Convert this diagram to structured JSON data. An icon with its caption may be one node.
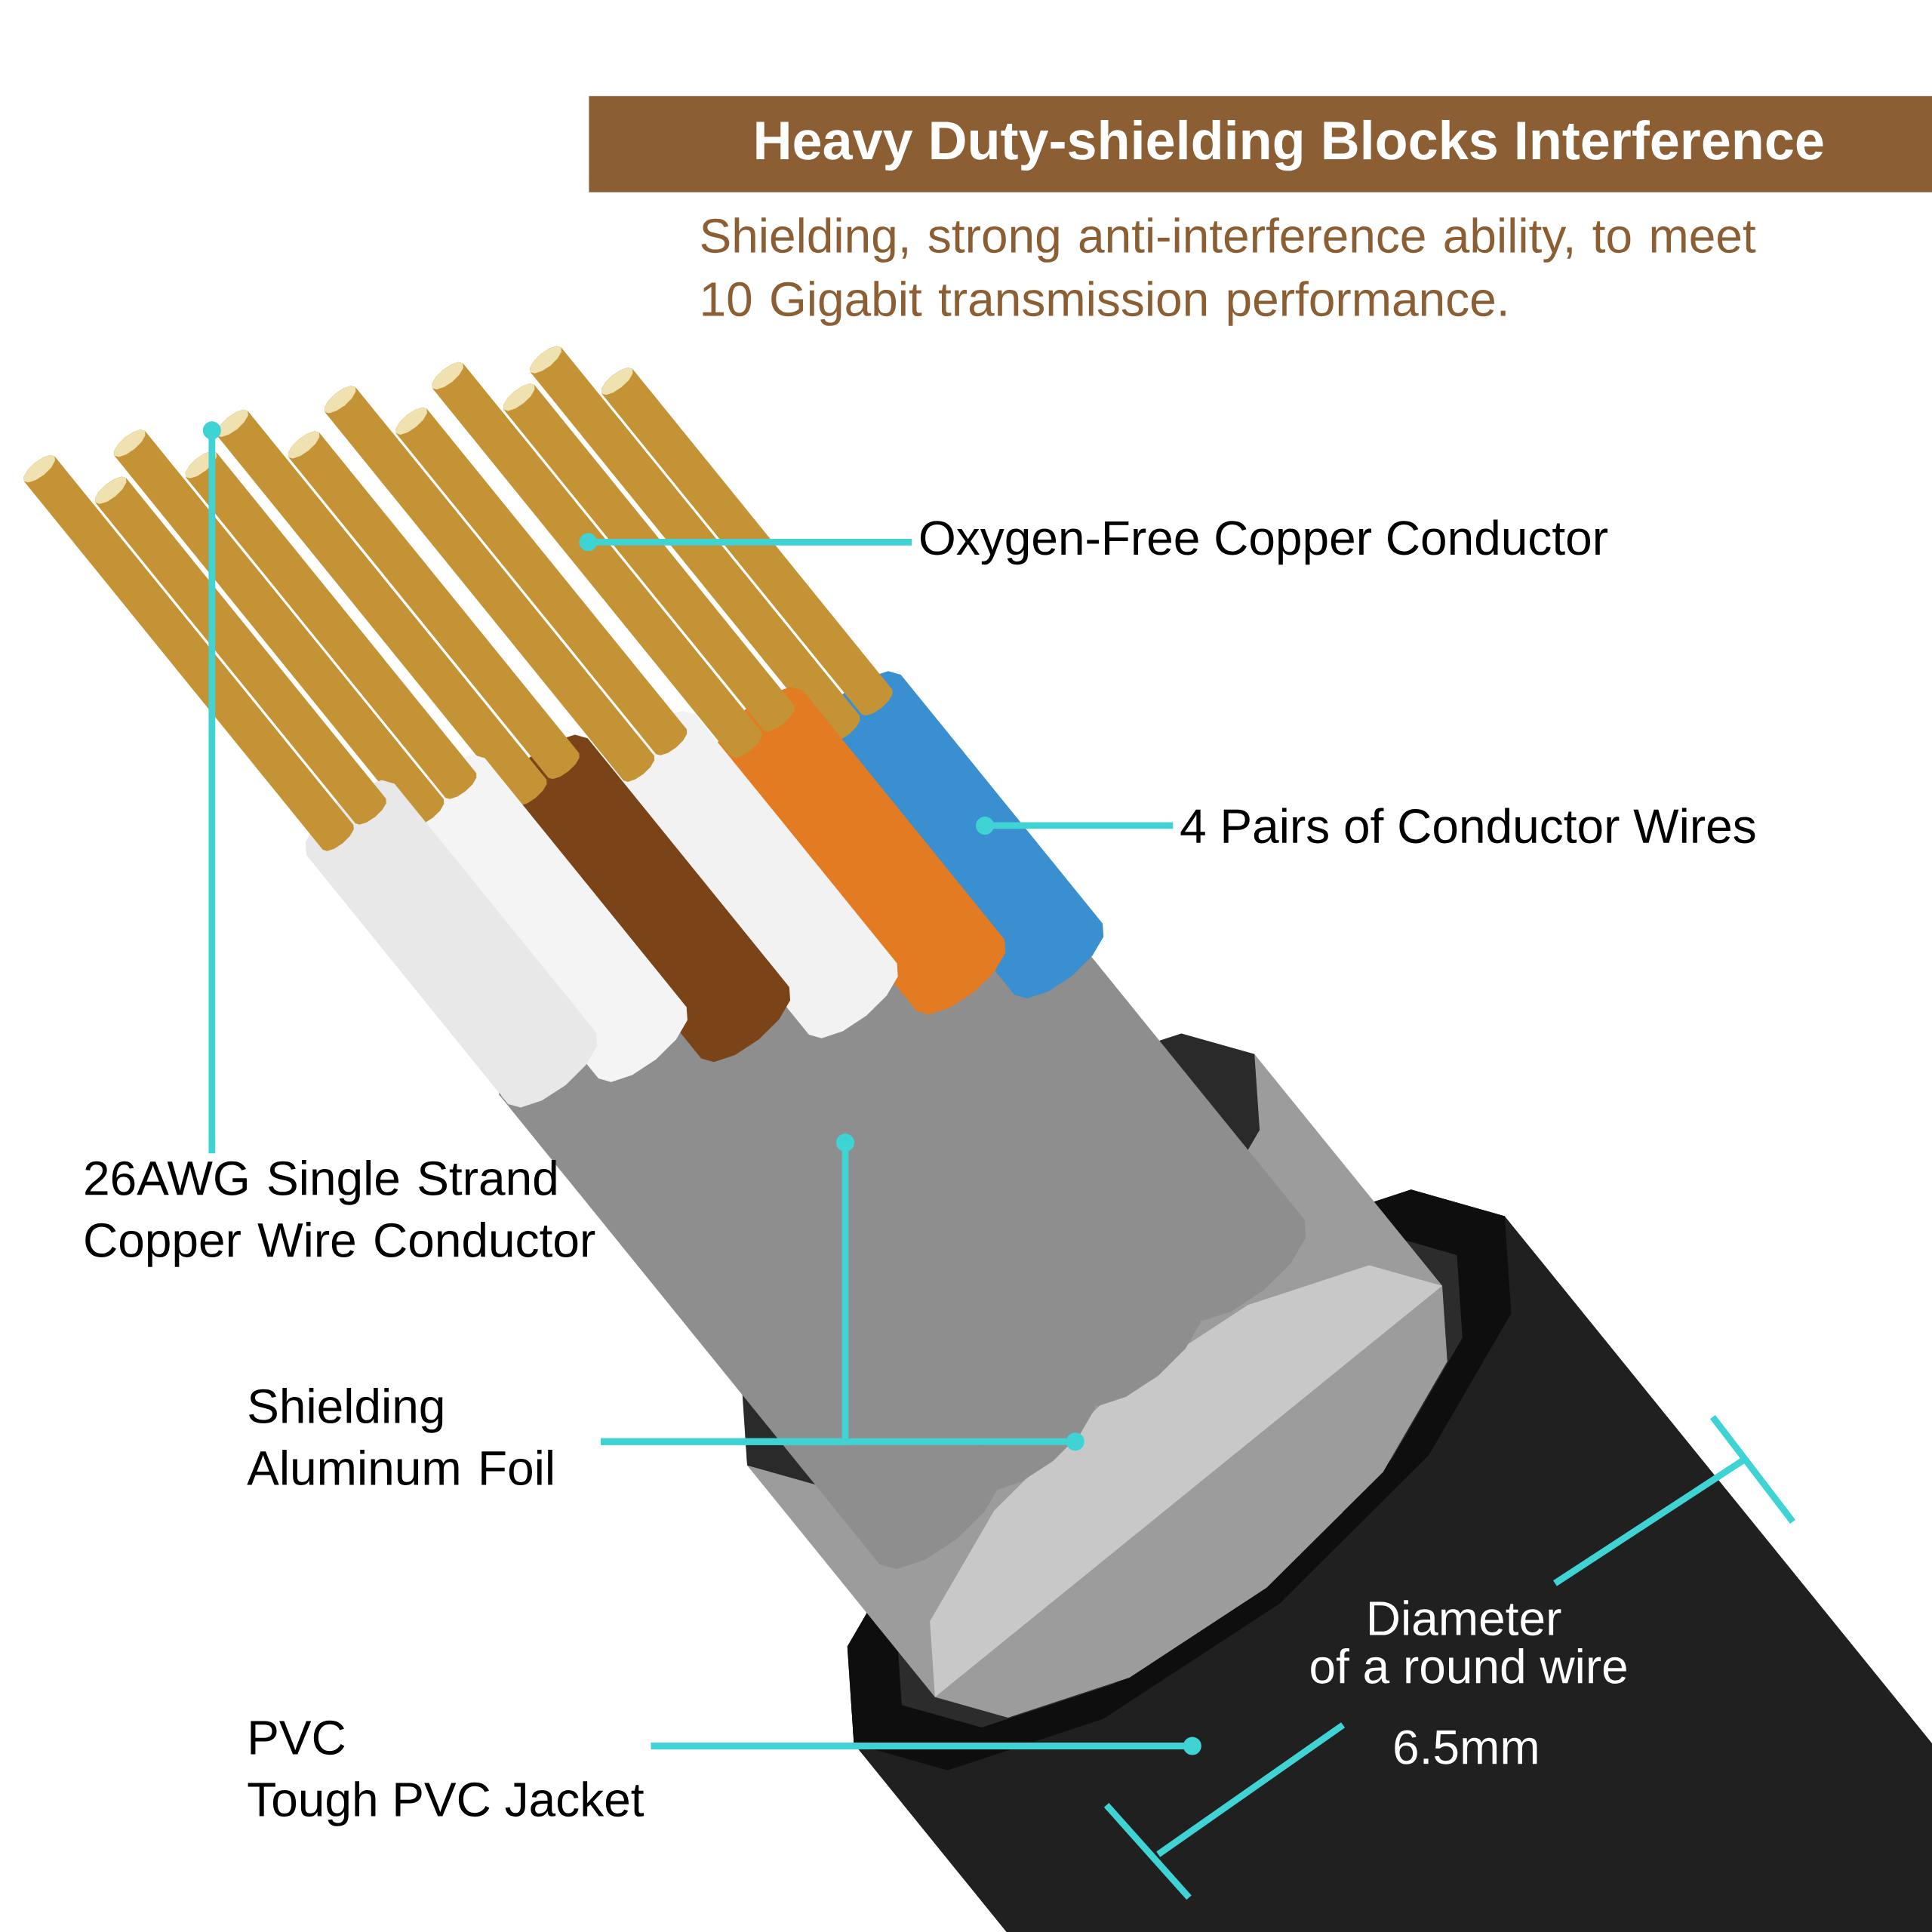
{
  "diagram": {
    "title": "Heavy Duty-shielding Blocks Interference",
    "nodes": [
      {
        "text": [
          "Oxygen-Free Copper Conductor"
        ]
      },
      {
        "text": [
          "4 Pairs of Conductor Wires"
        ]
      },
      {
        "text": [
          "26AWG Single Strand Copper Wire Conductor"
        ]
      },
      {
        "text": [
          "Shielding Aluminum Foil"
        ]
      },
      {
        "text": [
          "PVC",
          "Tough PVC Jacket"
        ]
      }
    ],
    "edges": [
      {
        "from": 0,
        "to": null,
        "arrow": "other"
      },
      {
        "from": 1,
        "to": null,
        "arrow": "other"
      },
      {
        "from": 2,
        "to": null,
        "arrow": "other"
      },
      {
        "from": 3,
        "to": null,
        "arrow": "other"
      },
      {
        "from": 3,
        "to": null,
        "arrow": "other"
      },
      {
        "from": 4,
        "to": null,
        "arrow": "other"
      }
    ],
    "labels": [
      "Shielding, strong anti-interference ability, to meet 10 Gigabit transmission performance.",
      "Diameter",
      "of a round wire",
      "6.5mm"
    ]
  }
}
